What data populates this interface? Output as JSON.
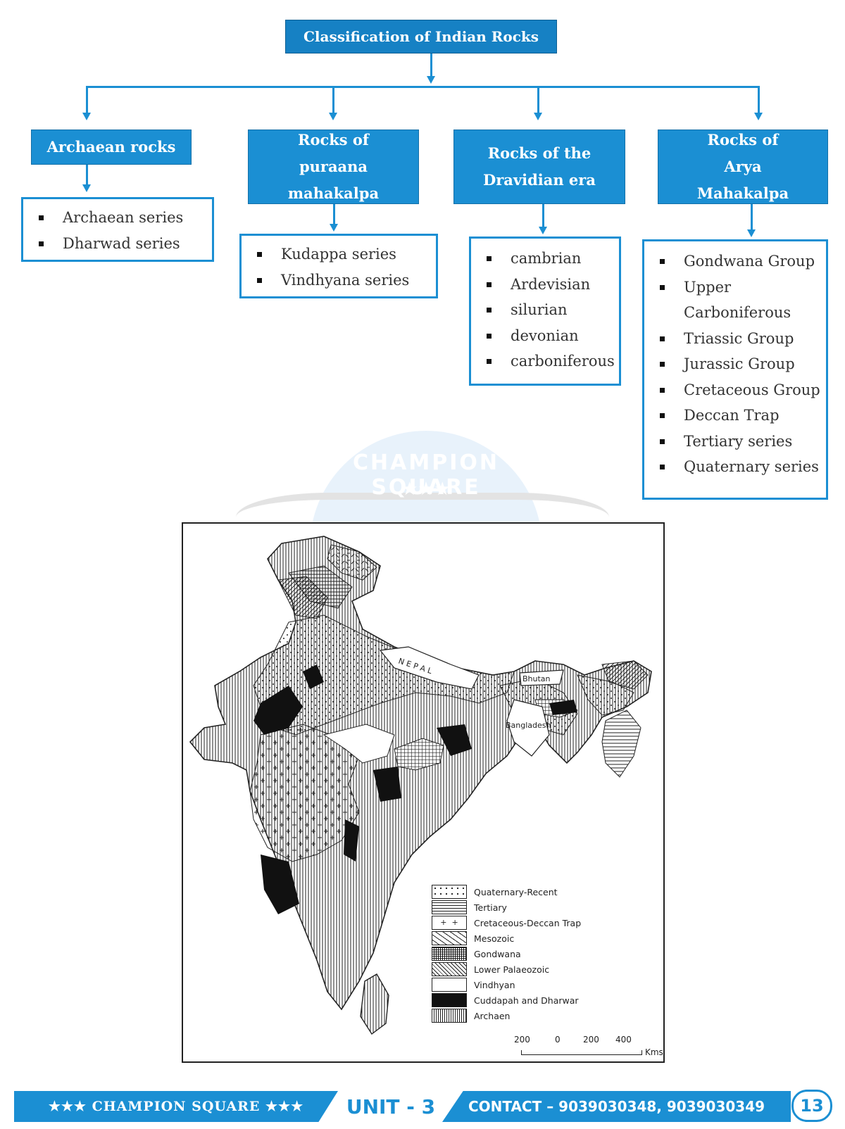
{
  "diagram": {
    "title": "Classification of Indian Rocks",
    "categories": [
      {
        "label": "Archaean rocks",
        "items": [
          "Archaean series",
          "Dharwad series"
        ]
      },
      {
        "label": "Rocks of puraana mahakalpa",
        "items": [
          "Kudappa series",
          "Vindhyana series"
        ]
      },
      {
        "label": "Rocks of the Dravidian era",
        "items": [
          "cambrian",
          "Ardevisian",
          "silurian",
          "devonian",
          "carboniferous"
        ]
      },
      {
        "label": "Rocks of Arya Mahakalpa",
        "items": [
          "Gondwana Group",
          "Upper Carboniferous",
          "Triassic Group",
          "Jurassic Group",
          "Cretaceous Group",
          "Deccan Trap",
          "Tertiary series",
          "Quaternary series"
        ]
      }
    ]
  },
  "watermark": {
    "text": "CHAMPION SQUARE",
    "stars": "★★★"
  },
  "map": {
    "labels": {
      "nepal": "N E P A L",
      "bhutan": "Bhutan",
      "bangladesh": "Bangladesh"
    },
    "legend": [
      {
        "label": "Quaternary-Recent",
        "pattern": "dots"
      },
      {
        "label": "Tertiary",
        "pattern": "hlines"
      },
      {
        "label": "Cretaceous-Deccan Trap",
        "pattern": "crosses"
      },
      {
        "label": "Mesozoic",
        "pattern": "dashes"
      },
      {
        "label": "Gondwana",
        "pattern": "grid"
      },
      {
        "label": "Lower Palaeozoic",
        "pattern": "diagonal"
      },
      {
        "label": "Vindhyan",
        "pattern": "blank"
      },
      {
        "label": "Cuddapah and Dharwar",
        "pattern": "solid"
      },
      {
        "label": "Archaen",
        "pattern": "vlines"
      }
    ],
    "scale": {
      "ticks": [
        "200",
        "0",
        "200",
        "400"
      ],
      "unit": "Kms"
    }
  },
  "footer": {
    "brand": "★★★ CHAMPION SQUARE ★★★",
    "unit": "UNIT - 3",
    "contact": "CONTACT – 9039030348, 9039030349",
    "page": "13"
  },
  "colors": {
    "accent": "#1b8fd3",
    "title_bg": "#1681c4"
  }
}
